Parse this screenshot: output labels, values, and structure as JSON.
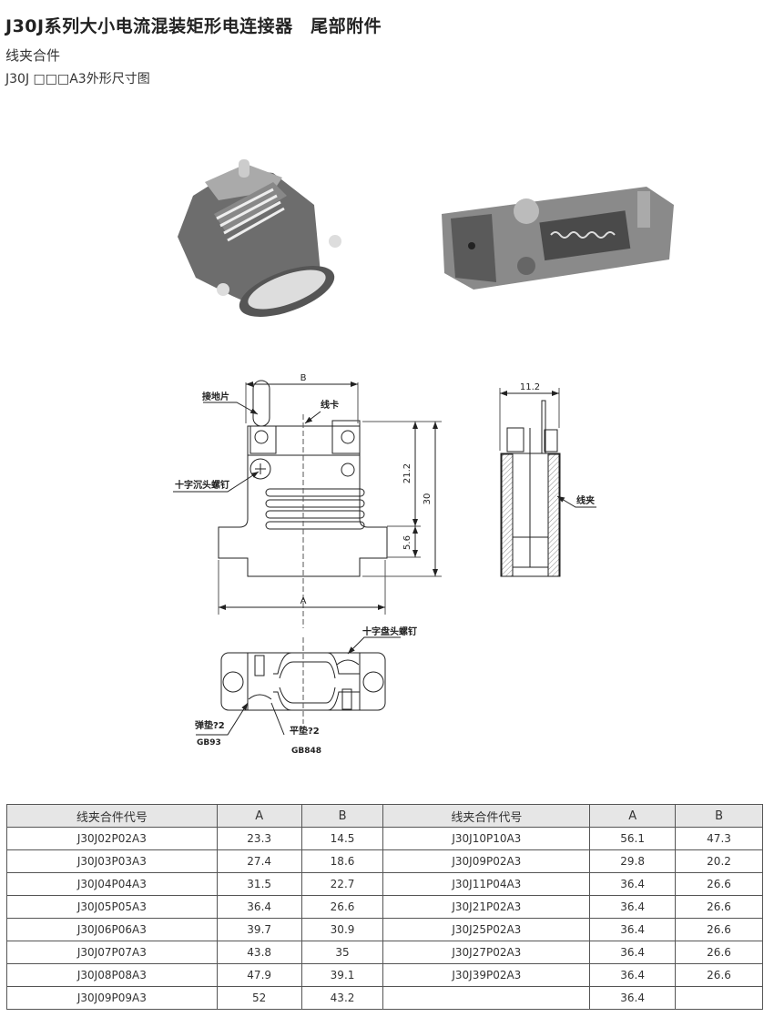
{
  "header": {
    "title": "J30J系列大小电流混装矩形电连接器　尾部附件",
    "subtitle": "线夹合件",
    "drawing_title": "J30J □□□A3外形尺寸图"
  },
  "drawing": {
    "dim_b": "B",
    "dim_a": "A",
    "dim_21_2": "21.2",
    "dim_30": "30",
    "dim_5_6": "5.6",
    "dim_11_2": "11.2",
    "label_ground": "接地片",
    "label_cable_clip": "线卡",
    "label_cross_countersunk_screw": "十字沉头螺钉",
    "label_clamp": "线夹",
    "label_cross_pan_screw": "十字盘头螺钉",
    "label_spring_washer": "弹垫?2",
    "label_gb93": "GB93",
    "label_flat_washer": "平垫?2",
    "label_gb848": "GB848"
  },
  "table": {
    "headers": [
      "线夹合件代号",
      "A",
      "B",
      "线夹合件代号",
      "A",
      "B"
    ],
    "rows": [
      [
        "J30J02P02A3",
        "23.3",
        "14.5",
        "J30J10P10A3",
        "56.1",
        "47.3"
      ],
      [
        "J30J03P03A3",
        "27.4",
        "18.6",
        "J30J09P02A3",
        "29.8",
        "20.2"
      ],
      [
        "J30J04P04A3",
        "31.5",
        "22.7",
        "J30J11P04A3",
        "36.4",
        "26.6"
      ],
      [
        "J30J05P05A3",
        "36.4",
        "26.6",
        "J30J21P02A3",
        "36.4",
        "26.6"
      ],
      [
        "J30J06P06A3",
        "39.7",
        "30.9",
        "J30J25P02A3",
        "36.4",
        "26.6"
      ],
      [
        "J30J07P07A3",
        "43.8",
        "35",
        "J30J27P02A3",
        "36.4",
        "26.6"
      ],
      [
        "J30J08P08A3",
        "47.9",
        "39.1",
        "J30J39P02A3",
        "36.4",
        "26.6"
      ],
      [
        "J30J09P09A3",
        "52",
        "43.2",
        "",
        "36.4",
        ""
      ]
    ]
  }
}
